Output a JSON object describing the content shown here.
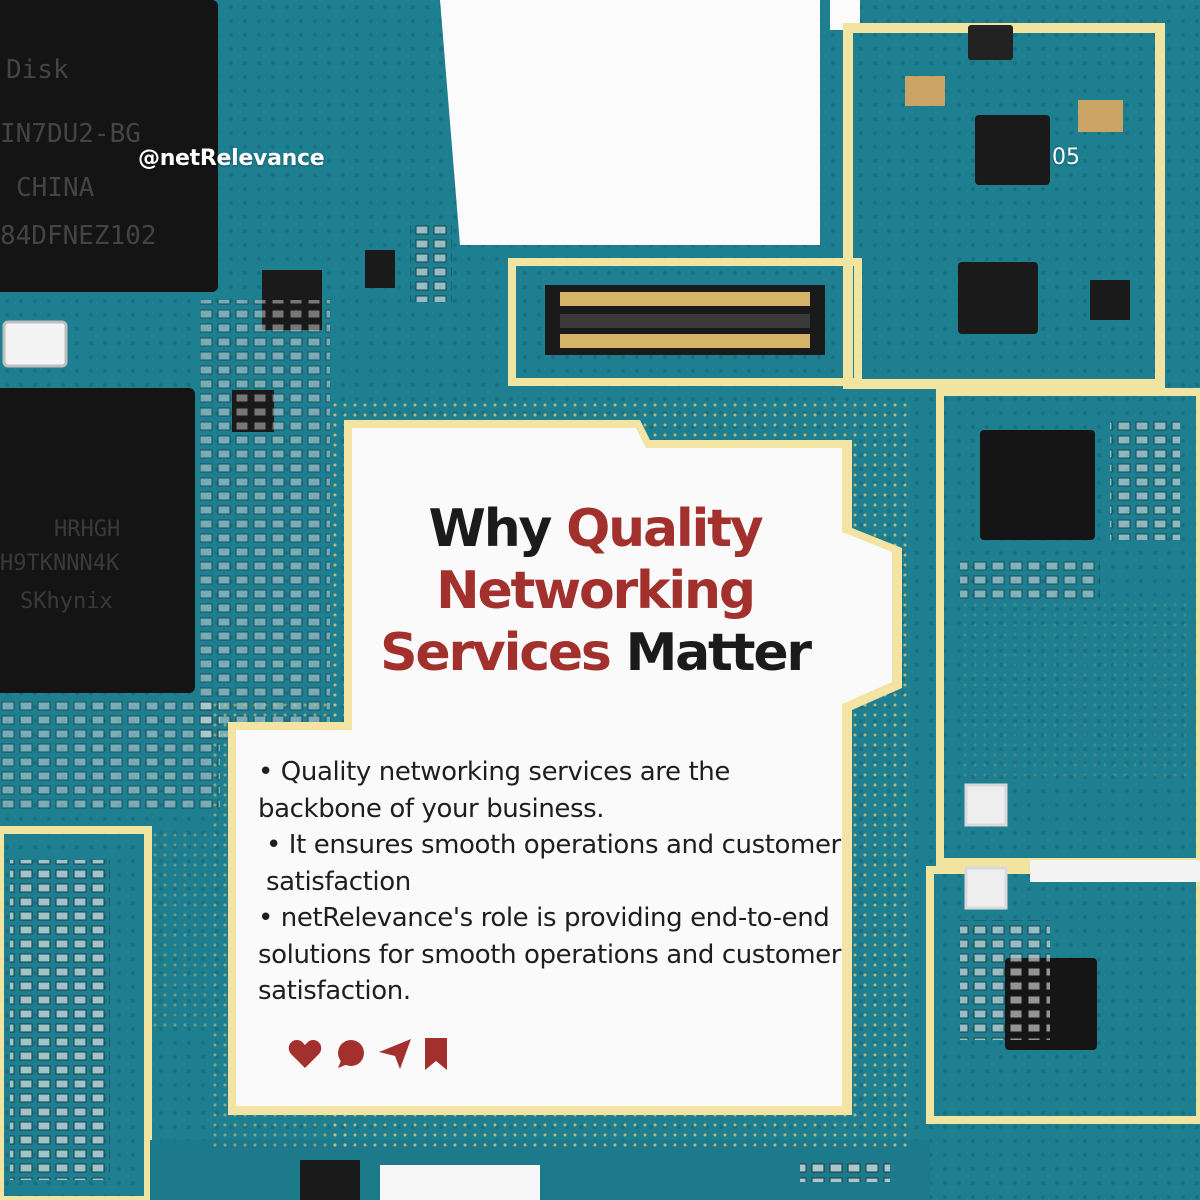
{
  "header": {
    "handle": "@netRelevance",
    "page_number": "05"
  },
  "title": {
    "line1_dark": "Why",
    "line1_red": "Quality",
    "line2_red": "Networking",
    "line3_red": "Services",
    "line3_dark": "Matter"
  },
  "bullets": [
    "• Quality networking services are the backbone of your business.",
    "• It ensures smooth operations and customer satisfaction",
    "• netRelevance's role is providing end-to-end solutions for smooth operations and customer satisfaction."
  ],
  "board_labels": {
    "chip1": [
      "Disk",
      "IN7DU2-BG",
      "CHINA",
      "84DFNEZ102"
    ],
    "chip2": [
      "HRHGH",
      "H9TKNNN4K",
      "SKhynix"
    ]
  },
  "icons": [
    "heart-icon",
    "comment-icon",
    "share-icon",
    "bookmark-icon"
  ],
  "colors": {
    "accent_red": "#a2302c",
    "board_teal": "#1d7c8e",
    "title_dark": "#1b1b1b",
    "card_white": "#fafafa",
    "gold_trace": "#e8d58a"
  }
}
